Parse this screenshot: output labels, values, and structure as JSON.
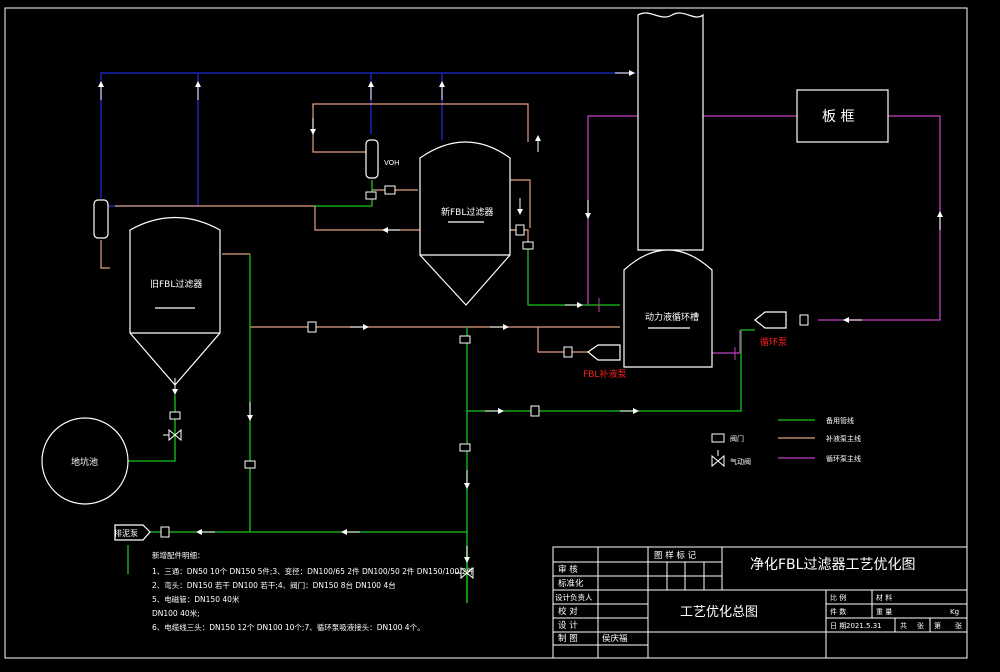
{
  "colors": {
    "background": "#000000",
    "frame": "#ffffff",
    "blue_line": "#1e2bd6",
    "green_line": "#18c418",
    "orange_line": "#e0a080",
    "magenta_line": "#c040c0",
    "red_text": "#ff2020",
    "white": "#ffffff"
  },
  "equipment": {
    "old_filter": "旧FBL过滤器",
    "new_filter": "新FBL过滤器",
    "power_tank": "动力液循环槽",
    "plate_frame": "板 框",
    "pool": "地坑池",
    "fbl_pump": "FBL补液泵",
    "circ_pump": "循环泵",
    "drain_pump": "排泥泵",
    "vent_label": "VOH"
  },
  "legend": {
    "valve": "阀门",
    "gate_valve": "气动阀",
    "green": "备用管线",
    "orange": "补液泵主线",
    "magenta": "循环泵主线"
  },
  "notes": {
    "title": "新增配件明细：",
    "lines": [
      "1、三通：DN50 10个  DN150 5件;3、变径：DN100/65 2件 DN100/50 2件 DN150/100 2件",
      "2、弯头：DN150 若干  DN100 若干;4、阀门：DN150 8台    DN100 4台",
      "5、电磁管：DN150  40米",
      "        DN100  40米;",
      "6、电缆线三头：DN150 12个  DN100 10个;7、循环泵吸液接头：DN100 4个。"
    ]
  },
  "title_block": {
    "main_title": "净化FBL过滤器工艺优化图",
    "subtitle": "工艺优化总图",
    "mark_header": "图 样 标 记",
    "roles": [
      "审 核",
      "标准化",
      "设计负责人",
      "校 对",
      "设 计",
      "制 图"
    ],
    "drafter": "侯庆福",
    "ratio_label": "比 例",
    "material_label": "材 料",
    "weight_label": "件 数",
    "weight_value": "重 量",
    "unit": "Kg",
    "date_label": "日 期",
    "date": "2021.5.31",
    "sheets_total": "共",
    "sheet_label": "张",
    "sheet_no": "第",
    "sheet_suffix": "张"
  }
}
